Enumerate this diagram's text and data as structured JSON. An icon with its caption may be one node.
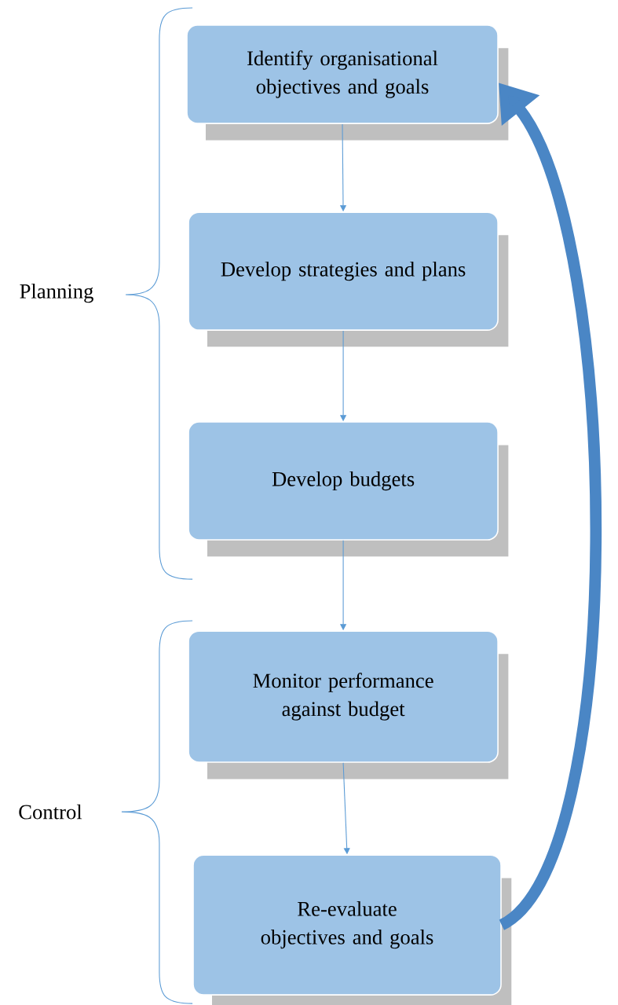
{
  "diagram": {
    "nodes": [
      {
        "text": [
          "Identify organisational objectives and goals"
        ]
      },
      {
        "text": [
          "Develop strategies and plans"
        ]
      },
      {
        "text": [
          "Develop budgets"
        ]
      },
      {
        "text": [
          "Monitor performance against budget"
        ]
      },
      {
        "text": [
          "Re-evaluate objectives and goals"
        ]
      }
    ],
    "edges": [
      {
        "from": 0,
        "to": 1,
        "arrow": "to"
      },
      {
        "from": 1,
        "to": 2,
        "arrow": "to"
      },
      {
        "from": 2,
        "to": 3,
        "arrow": "to"
      },
      {
        "from": 3,
        "to": 4,
        "arrow": "to"
      },
      {
        "from": 4,
        "to": 0,
        "arrow": "to",
        "style": "thick",
        "color": "#4a86c5"
      }
    ],
    "labels": [
      "Planning",
      "Control"
    ]
  }
}
